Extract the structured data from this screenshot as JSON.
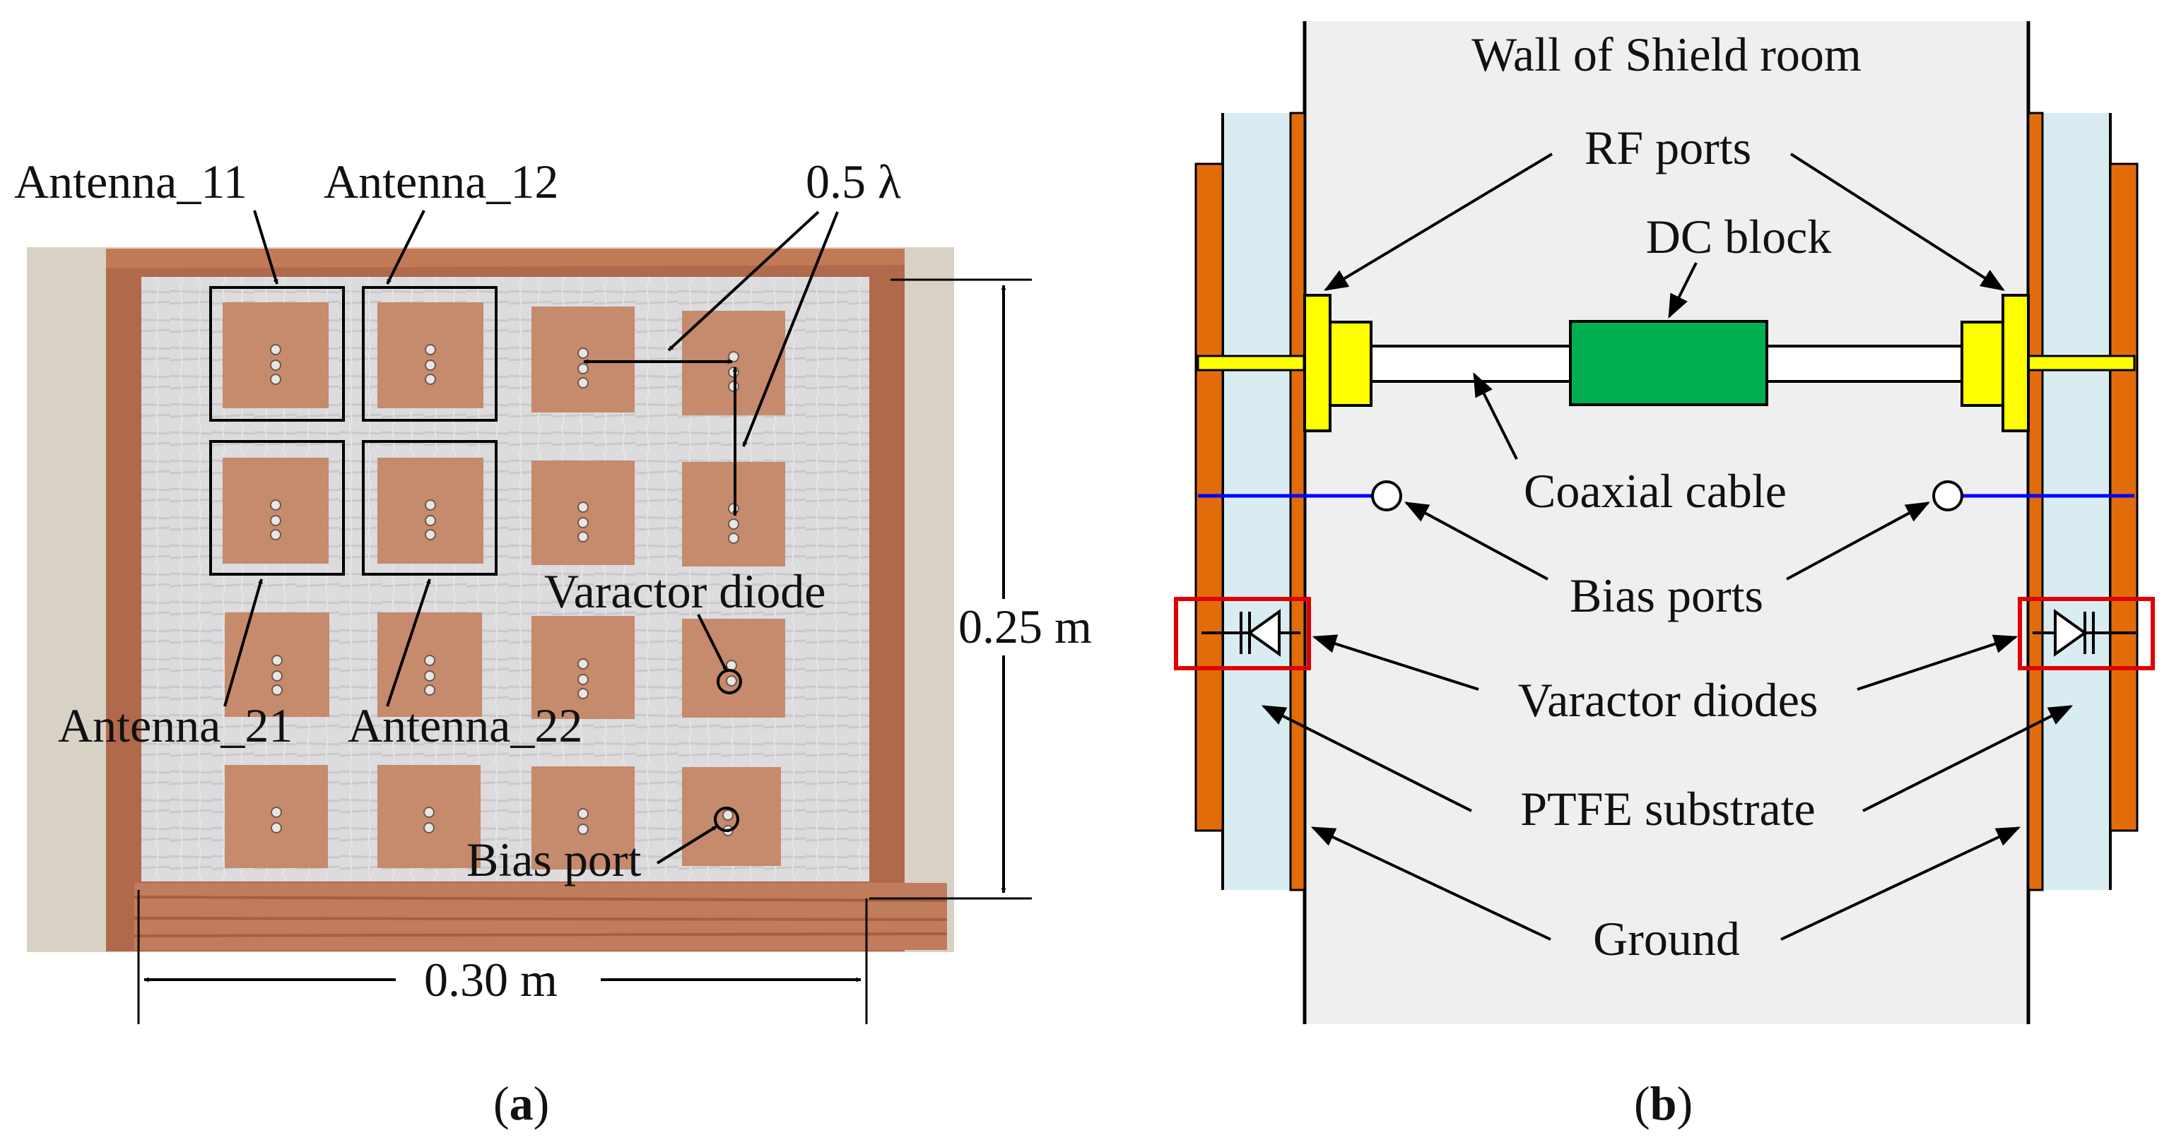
{
  "panel_a": {
    "labels": {
      "antenna_11": "Antenna_11",
      "antenna_12": "Antenna_12",
      "antenna_21": "Antenna_21",
      "antenna_22": "Antenna_22",
      "spacing": "0.5 λ",
      "varactor_diode": "Varactor diode",
      "bias_port": "Bias port",
      "height": "0.25 m",
      "width": "0.30 m"
    },
    "caption_open": "(",
    "caption_letter": "a",
    "caption_close": ")",
    "colors": {
      "wall": "#d8d2c6",
      "board": "#dad9db",
      "copper": "#c68a6c",
      "copper_tape": "#b0694a"
    }
  },
  "panel_b": {
    "labels": {
      "wall_title": "Wall of Shield room",
      "rf_ports": "RF ports",
      "dc_block": "DC block",
      "coaxial_cable": "Coaxial cable",
      "bias_ports": "Bias ports",
      "varactor_diodes": "Varactor diodes",
      "ptfe_substrate": "PTFE substrate",
      "ground": "Ground"
    },
    "caption_open": "(",
    "caption_letter": "b",
    "caption_close": ")",
    "colors": {
      "wall": "#efefef",
      "substrate": "#d9ecf2",
      "copper_layer": "#e36c0a",
      "rf_port": "#ffff00",
      "dc_block": "#00b050",
      "bias_line": "#0000ff",
      "highlight_box": "#e00000"
    }
  }
}
